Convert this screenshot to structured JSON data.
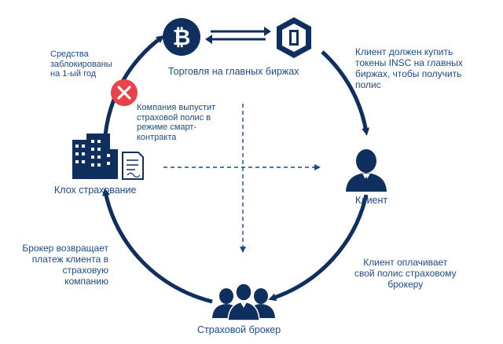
{
  "colors": {
    "primary": "#0f2f5e",
    "text": "#1c4a86",
    "cross": "#e8424a"
  },
  "nodes": {
    "exchange": {
      "label": "Торговля на главных биржах",
      "icons": [
        "bitcoin-icon",
        "insc-token-icon"
      ]
    },
    "client": {
      "label": "Клиент",
      "icon": "businessman-icon"
    },
    "broker": {
      "label": "Страховой брокер",
      "icon": "people-group-icon"
    },
    "insurer": {
      "label": "Клох страхование",
      "icons": [
        "buildings-icon",
        "document-icon"
      ]
    }
  },
  "notes": {
    "funds_locked": [
      "Средства",
      "заблокированы",
      "на  1-ый год"
    ],
    "smart_contract": [
      "Компания выпустит",
      "страховой полис в",
      "режиме смарт-",
      "контракта"
    ],
    "client_buys": [
      "Клиент должен купить",
      "токены INSC на главных",
      "биржах, чтобы получить",
      "полис"
    ],
    "client_pays": [
      "Клиент оплачивает",
      "свой полис страховому",
      "брокеру"
    ],
    "broker_returns": [
      "Брокер возвращает",
      "платеж клиента в",
      "страховую",
      "компанию"
    ]
  }
}
